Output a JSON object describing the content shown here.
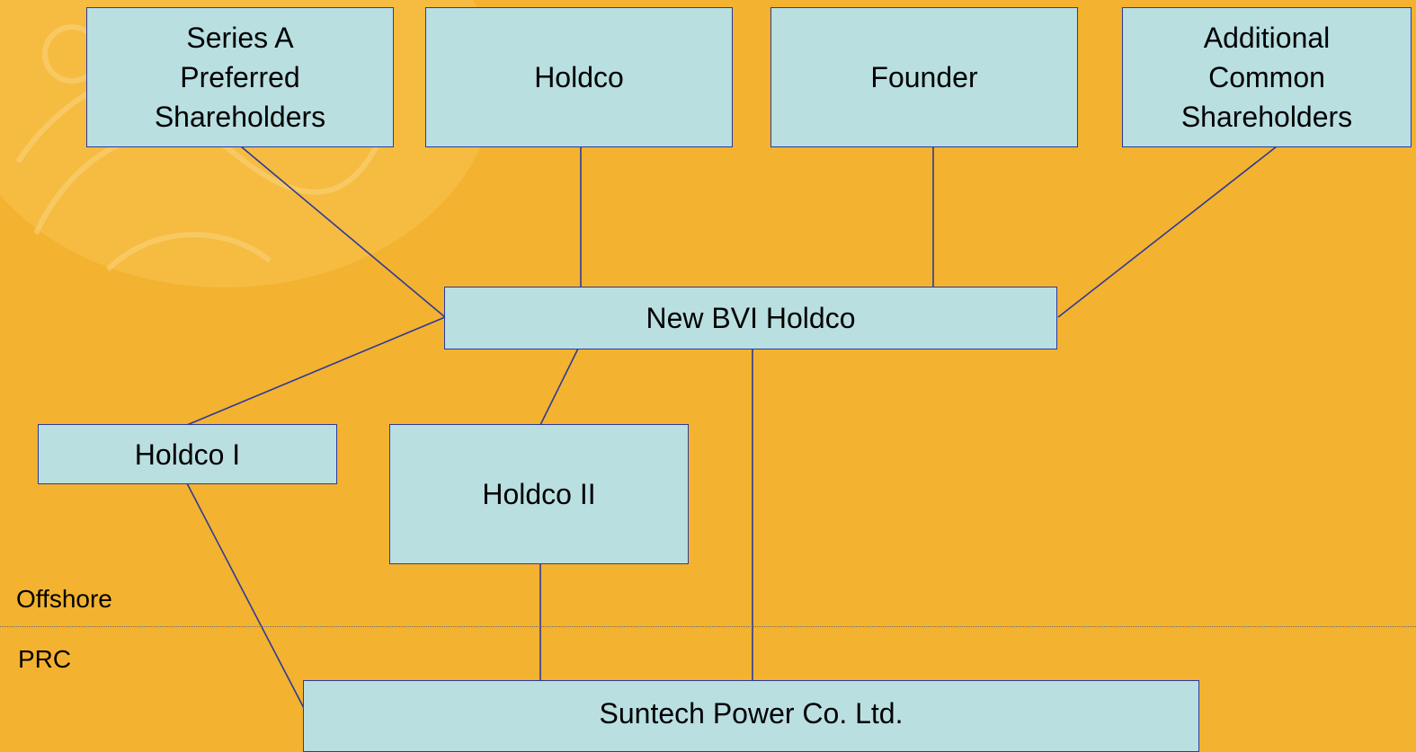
{
  "diagram": {
    "nodes": {
      "series_a": "Series A\nPreferred\nShareholders",
      "holdco": "Holdco",
      "founder": "Founder",
      "additional_common": "Additional\nCommon\nShareholders",
      "new_bvi_holdco": "New BVI Holdco",
      "holdco_i": "Holdco I",
      "holdco_ii": "Holdco II",
      "suntech": "Suntech Power Co. Ltd."
    },
    "regions": {
      "offshore": "Offshore",
      "prc": "PRC"
    }
  },
  "colors": {
    "background": "#F3B22F",
    "box_fill": "#B9DFE1",
    "line": "#2E3A99"
  }
}
